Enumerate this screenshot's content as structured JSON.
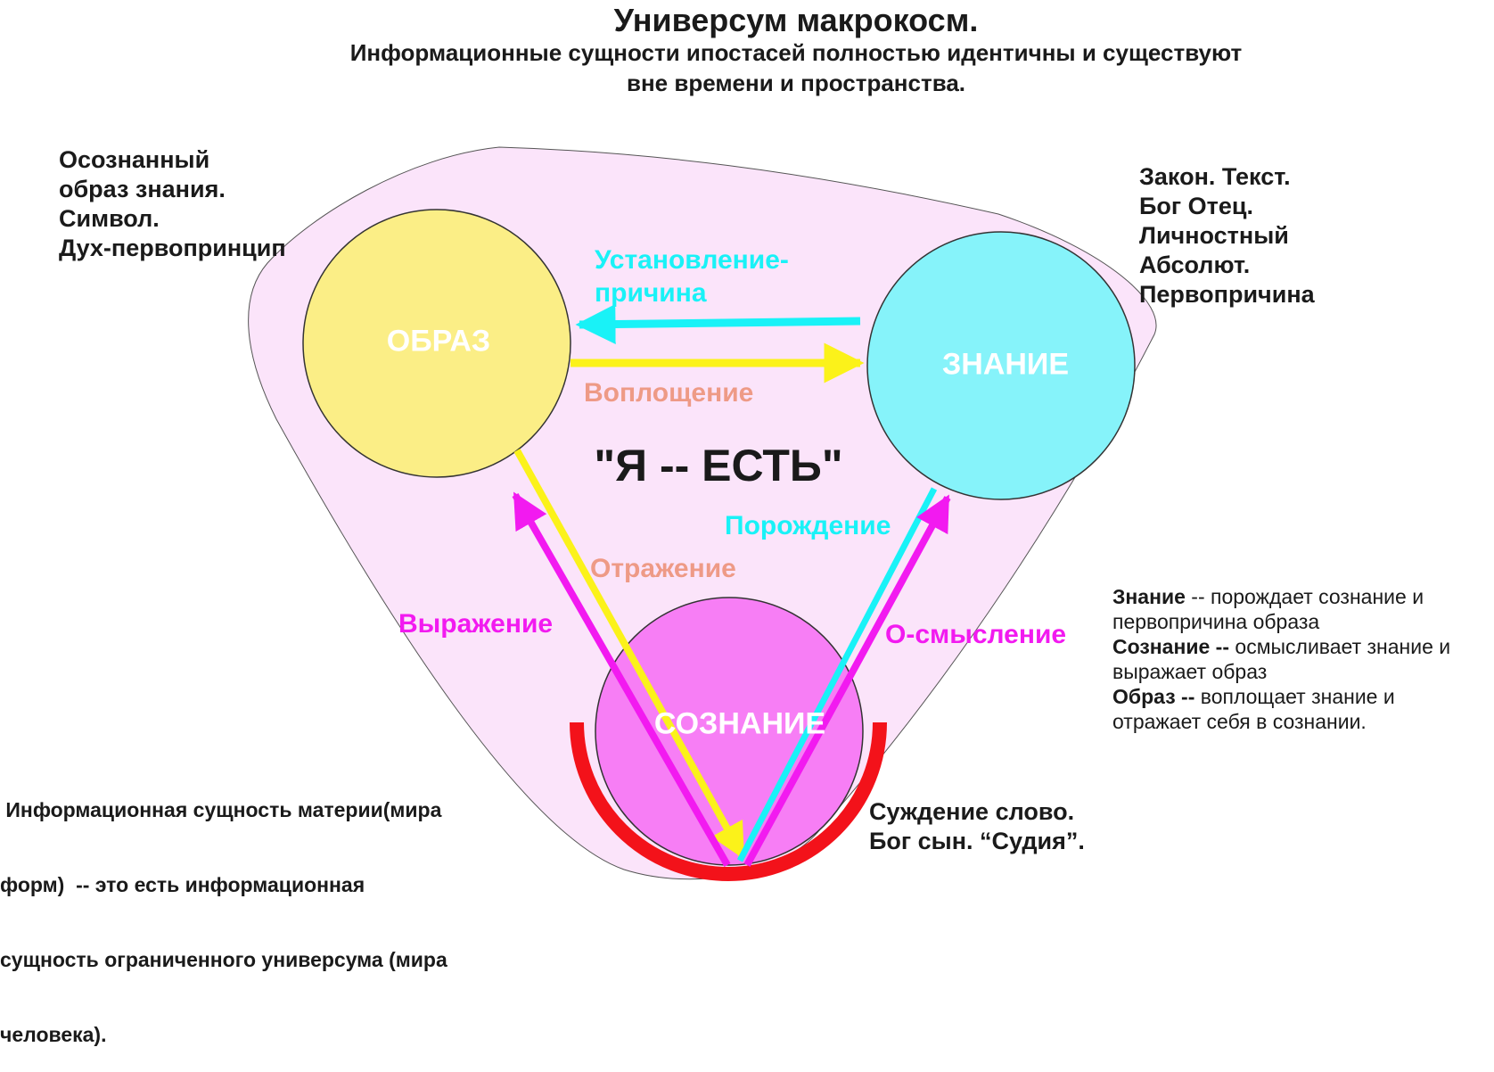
{
  "header": {
    "title": "Универсум макрокосм.",
    "subtitle_line1": "Информационные сущности ипостасей полностью идентичны и существуют",
    "subtitle_line2": "вне времени и пространства."
  },
  "colors": {
    "background_shape": "#fbe4fa",
    "obraz_circle": "#fbee86",
    "znanie_circle": "#86f3fa",
    "soznanie_circle": "#f77ef5",
    "cyan_arrow": "#19f2f7",
    "yellow_arrow": "#fbf21a",
    "magenta_arrow": "#f21af0",
    "red_arc": "#f3121a"
  },
  "circles": {
    "obraz": "ОБРАЗ",
    "znanie": "ЗНАНИЕ",
    "soznanie": "СОЗНАНИЕ"
  },
  "center_label": "\"Я -- ЕСТЬ\"",
  "arrow_labels": {
    "ustanovlenie_line1": "Установление-",
    "ustanovlenie_line2": "причина",
    "voploshchenie": "Воплощение",
    "otrazhenie": "Отражение",
    "porozhdenie": "Порождение",
    "vyrazhenie": "Выражение",
    "osmyslenie": "О-смысление"
  },
  "notes": {
    "top_left": [
      "Осознанный",
      "образ  знания.",
      "Символ.",
      "Дух-первопринцип"
    ],
    "top_right": [
      "Закон. Текст.",
      "Бог Отец.",
      "Личностный",
      "Абсолют.",
      "Первопричина"
    ],
    "bottom_right": [
      "Суждение слово.",
      "Бог сын.  “Судия”."
    ],
    "bottom_left": [
      " Информационная сущность материи(мира",
      "форм)  -- это есть информационная",
      "сущность ограниченного универсума (мира",
      "человека)."
    ]
  },
  "legend": [
    {
      "term": "Знание",
      "text": " -- порождает сознание и"
    },
    {
      "term": "",
      "text": "первопричина образа"
    },
    {
      "term": "Сознание --",
      "text": " осмысливает знание и"
    },
    {
      "term": "",
      "text": "выражает образ"
    },
    {
      "term": "Образ --",
      "text": "  воплощает  знание и"
    },
    {
      "term": "",
      "text": "отражает себя в  сознании."
    }
  ]
}
